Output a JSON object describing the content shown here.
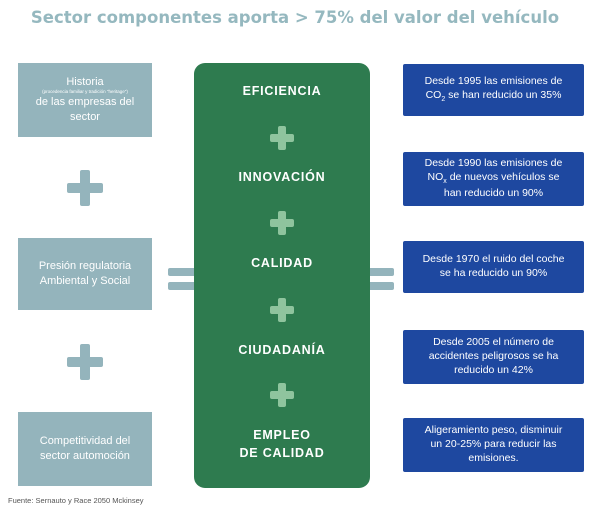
{
  "title": "Sector componentes aporta > 75%  del valor del vehículo",
  "left_boxes": [
    {
      "line1": "Historia",
      "small": "(procedencia familiar y tradición \"heritage\")",
      "line2": "de las empresas del",
      "line3": "sector"
    },
    {
      "line1": "Presión regulatoria",
      "line2": "Ambiental y Social"
    },
    {
      "line1": "Competitividad del",
      "line2": "sector automoción"
    }
  ],
  "center": {
    "items": [
      {
        "line1": "EFICIENCIA"
      },
      {
        "line1": "INNOVACIÓN"
      },
      {
        "line1": "CALIDAD"
      },
      {
        "line1": "CIUDADANÍA"
      },
      {
        "line1": "EMPLEO",
        "line2": "DE CALIDAD"
      }
    ]
  },
  "right_boxes": [
    {
      "line1": "Desde 1995 las emisiones de",
      "line2_pre": "CO",
      "line2_sub": "2",
      "line2_post": " se han reducido un 35%"
    },
    {
      "line1": "Desde 1990 las emisiones de",
      "line2_pre": "NO",
      "line2_sub": "x",
      "line2_post": " de nuevos vehículos se",
      "line3": "han reducido un 90%"
    },
    {
      "line1": "Desde 1970 el ruido del coche",
      "line2": "se ha reducido un 90%"
    },
    {
      "line1": "Desde 2005 el número de",
      "line2": "accidentes peligrosos se ha",
      "line3": "reducido un 42%"
    },
    {
      "line1": "Aligeramiento peso, disminuir",
      "line2": "un 20-25% para reducir las",
      "line3": "emisiones."
    }
  ],
  "source": "Fuente: Sernauto y Race 2050 Mckinsey",
  "colors": {
    "title": "#95b8bf",
    "grey_box": "#94b4bc",
    "green": "#2e7b4f",
    "blue": "#1e48a0",
    "light_plus": "#8fc49e"
  }
}
